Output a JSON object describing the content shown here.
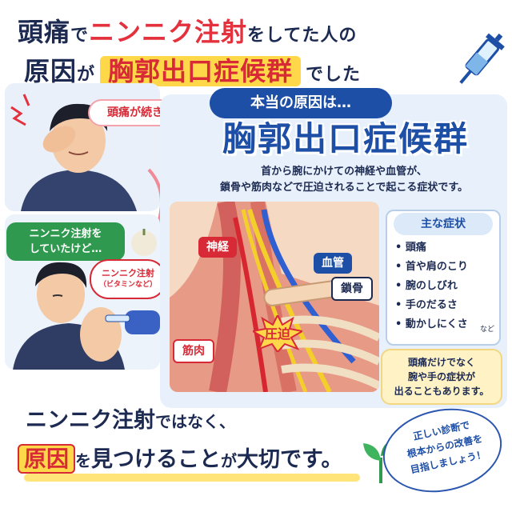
{
  "headline": {
    "line1_a": "頭痛",
    "line1_b": "で",
    "line1_c": "ニンニク注射",
    "line1_d": "をしてた人の",
    "line2_a": "原因",
    "line2_b": "が",
    "line2_c": "胸郭出口症候群",
    "line2_d": "でした"
  },
  "panel": {
    "tag": "本当の原因は…",
    "title": "胸郭出口症候群",
    "desc1": "首から腕にかけての神経や血管が、",
    "desc2": "鎖骨や筋肉などで圧迫されることで起こる症状です。"
  },
  "illustration": {
    "nerve": "神経",
    "vessel": "血管",
    "clavicle": "鎖骨",
    "muscle": "筋肉",
    "pressure": "圧迫"
  },
  "symptoms": {
    "header": "主な症状",
    "items": [
      "頭痛",
      "首や肩のこり",
      "腕のしびれ",
      "手のだるさ",
      "動かしにくさ"
    ],
    "etc": "など",
    "note1": "頭痛だけでなく",
    "note2": "腕や手の症状が",
    "note3": "出ることもあります。"
  },
  "scenes": {
    "bubble1": "頭痛が続き…",
    "bubble2_a": "ニンニク注射を",
    "bubble2_b": "していたけど…",
    "bubble3_a": "ニンニク注射",
    "bubble3_b": "（ビタミンなど）"
  },
  "bottom": {
    "line1_a": "ニンニク注射",
    "line1_b": "ではなく、",
    "line2_a": "原因",
    "line2_b": "を",
    "line2_c": "見つけること",
    "line2_d": "が",
    "line2_e": "大切です。",
    "stamp1": "正しい診断で",
    "stamp2": "根本からの改善を",
    "stamp3": "目指しましょう！"
  },
  "colors": {
    "navy": "#1c2a52",
    "blue": "#1e4fa6",
    "red": "#d72a36",
    "yellow": "#ffd84a",
    "green": "#2f9a4f",
    "panel": "#e8f1fb"
  }
}
